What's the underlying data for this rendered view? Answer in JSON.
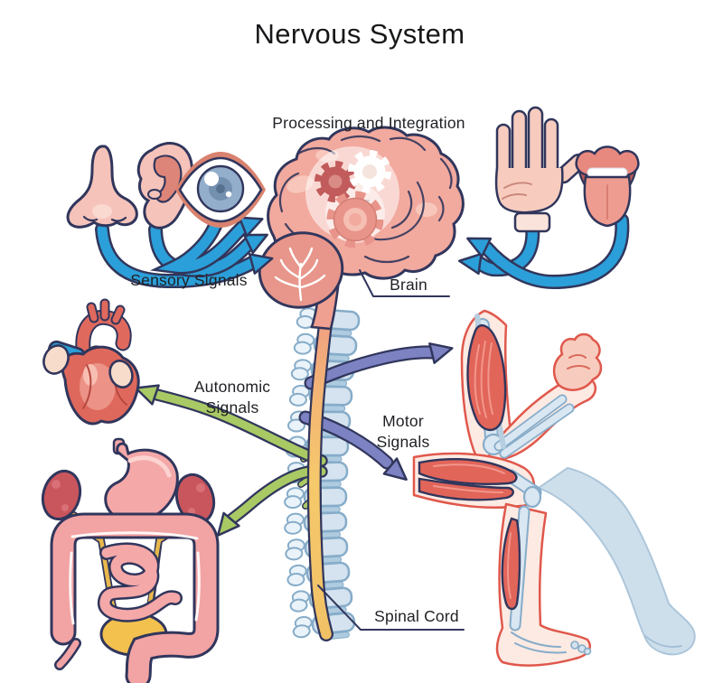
{
  "title": "Nervous System",
  "labels": {
    "processing": "Processing and Integration",
    "sensory": "Sensory Signals",
    "brain": "Brain",
    "autonomic": [
      "Autonomic",
      "Signals"
    ],
    "motor": [
      "Motor",
      "Signals"
    ],
    "spinal_cord": "Spinal Cord"
  },
  "diagram": {
    "central_parts": [
      "brain",
      "spinal-cord",
      "spine"
    ],
    "sensory_inputs": [
      "nose",
      "ear",
      "eye",
      "hand",
      "tongue"
    ],
    "autonomic_targets": [
      "heart",
      "digestive-system"
    ],
    "motor_targets": [
      "arm-muscles",
      "leg-muscles"
    ]
  },
  "colors": {
    "sensory-arrow": "#2B9FD9",
    "autonomic-arrow": "#A9C964",
    "motor-arrow": "#7D82C3",
    "outline": "#31365C",
    "brain-fill": "#F2A99E",
    "spine-fill": "#D4E3EF",
    "spine-stroke": "#86ACC9",
    "cord-yellow": "#F6C96B",
    "heart-red": "#DE685C",
    "muscle-red": "#E2655A",
    "organ-pink": "#F5A8A8",
    "skin-pink": "#F7CCBE",
    "text": "#1F2024"
  }
}
